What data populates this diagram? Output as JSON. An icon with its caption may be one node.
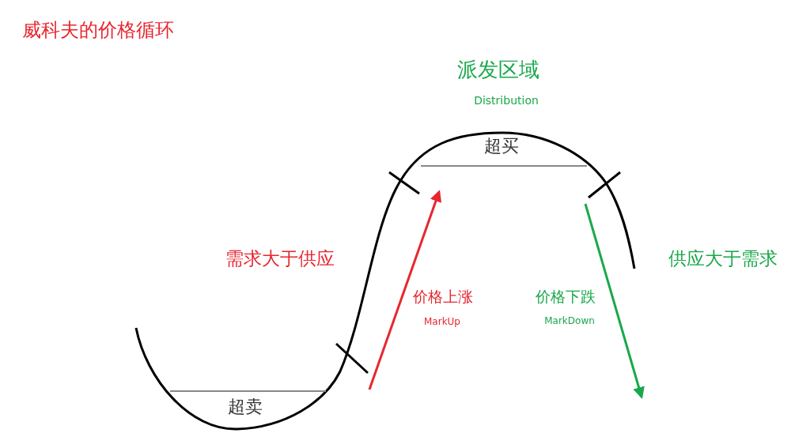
{
  "diagram": {
    "title": "威科夫的价格循环",
    "labels": [
      "派发区域",
      "Distribution",
      "超买",
      "需求大于供应",
      "价格上涨",
      "MarkUp",
      "价格下跌",
      "MarkDown",
      "供应大于需求",
      "超卖"
    ]
  }
}
